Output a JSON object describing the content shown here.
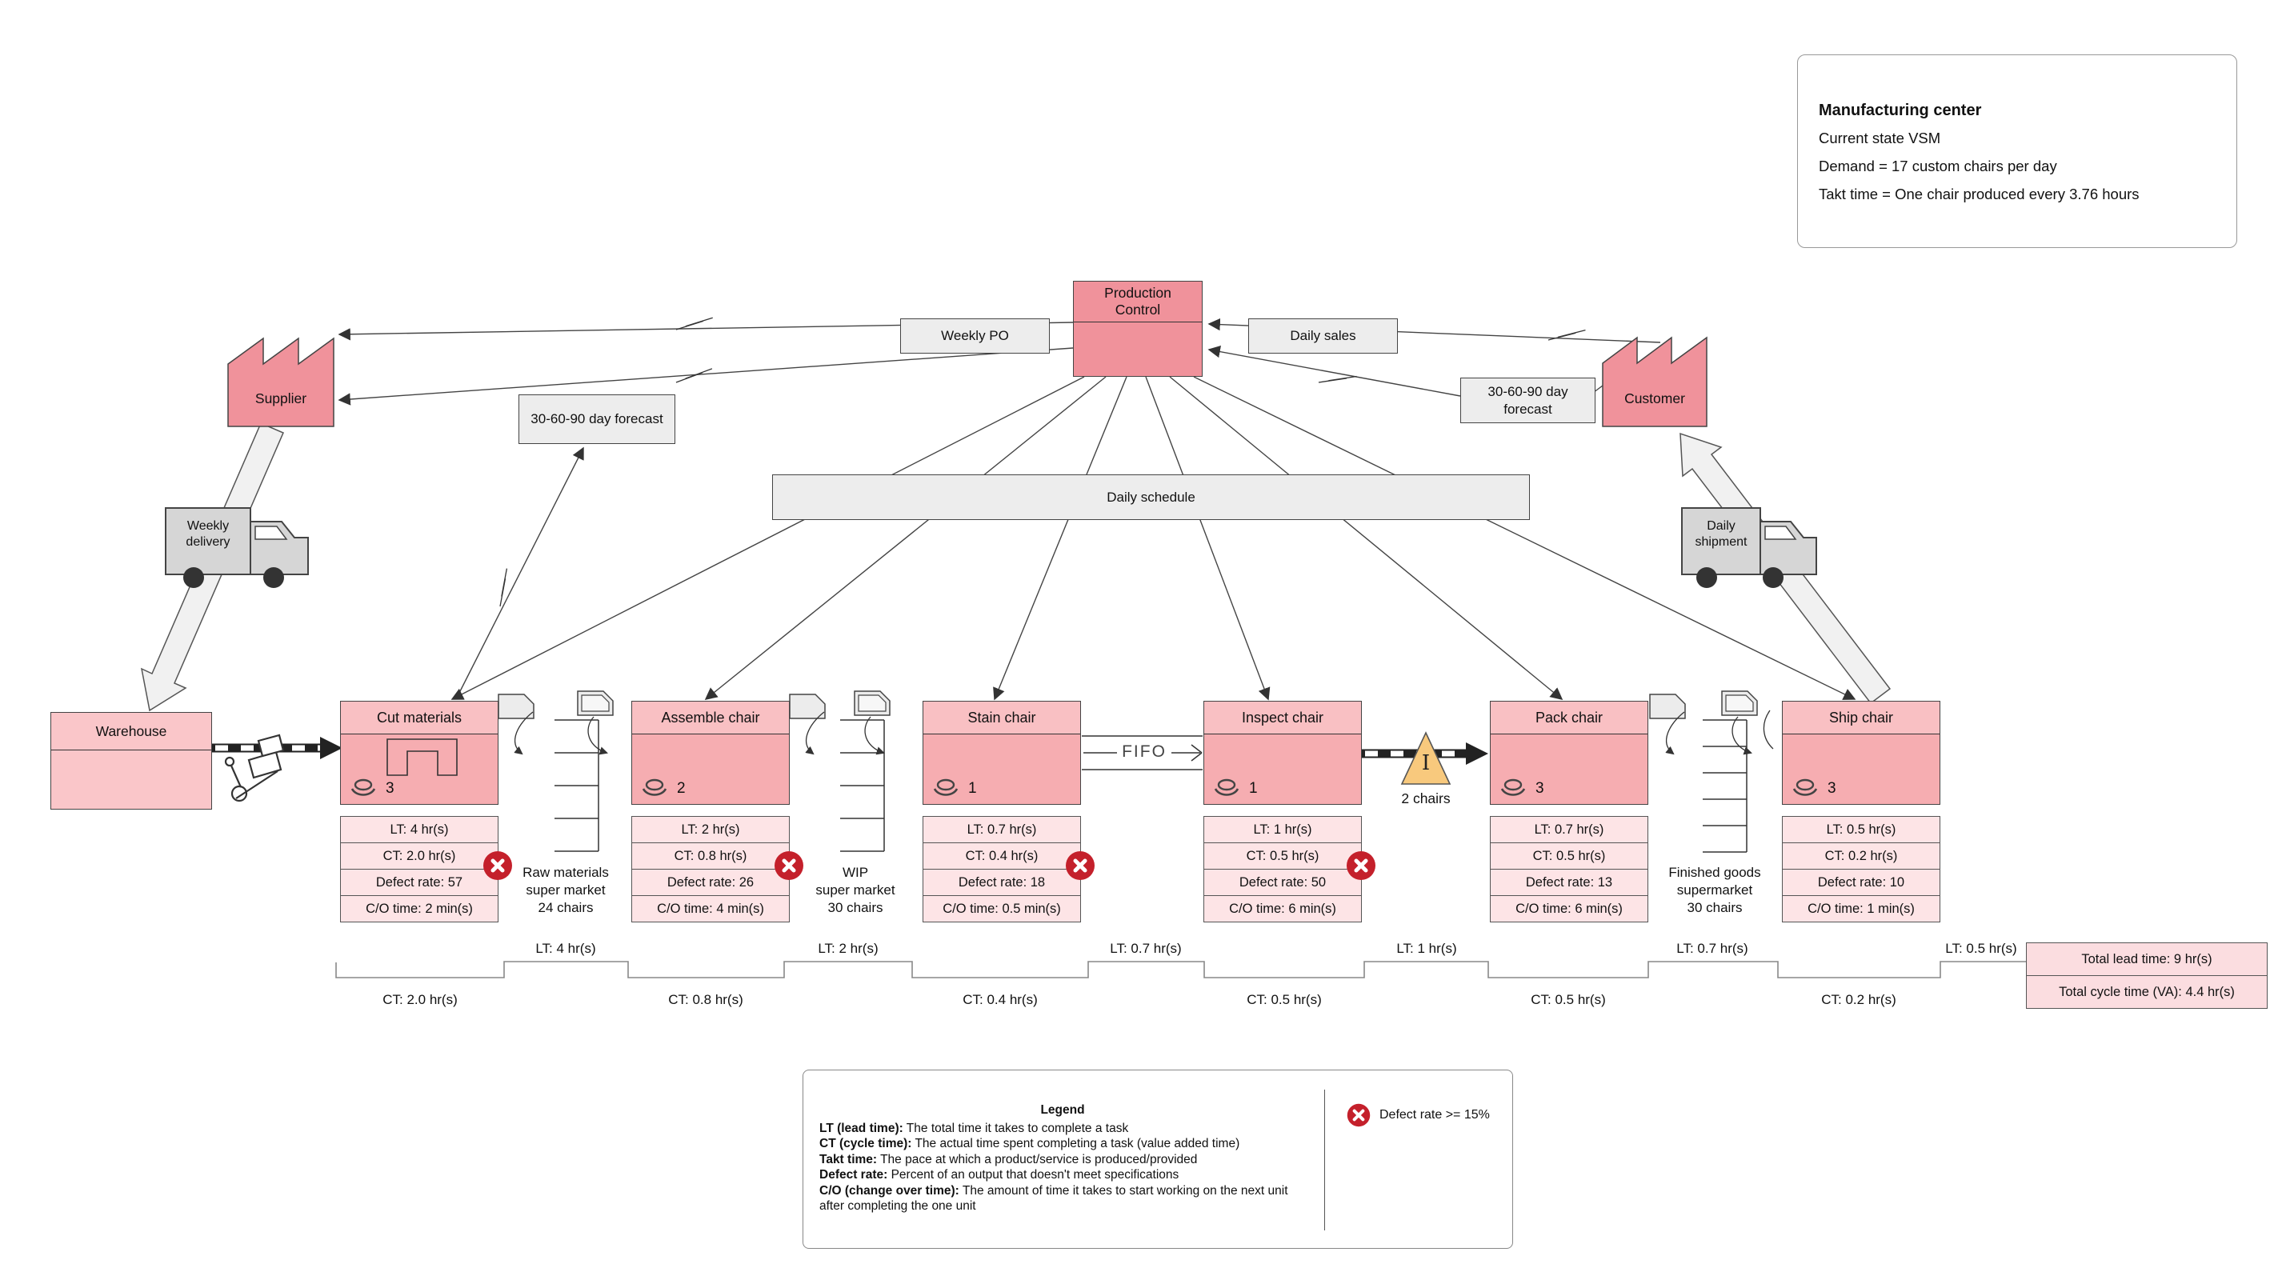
{
  "info_panel": {
    "title": "Manufacturing center",
    "line1": "Current state VSM",
    "line2": "Demand = 17 custom chairs per day",
    "line3": "Takt time = One chair produced every 3.76 hours"
  },
  "production_control": {
    "label": "Production Control"
  },
  "entities": {
    "supplier": "Supplier",
    "customer": "Customer",
    "warehouse": "Warehouse"
  },
  "flows": {
    "weekly_po": "Weekly PO",
    "daily_sales": "Daily sales",
    "forecast_left": "30-60-90 day forecast",
    "forecast_right": "30-60-90 day forecast",
    "daily_schedule": "Daily schedule",
    "fifo": "FIFO"
  },
  "trucks": {
    "left_line1": "Weekly",
    "left_line2": "delivery",
    "right_line1": "Daily",
    "right_line2": "shipment"
  },
  "processes": [
    {
      "name": "Cut materials",
      "operators": "3",
      "flagged": true,
      "rows": [
        "LT: 4 hr(s)",
        "CT: 2.0 hr(s)",
        "Defect rate: 57",
        "C/O time: 2 min(s)"
      ]
    },
    {
      "name": "Assemble chair",
      "operators": "2",
      "flagged": true,
      "rows": [
        "LT: 2 hr(s)",
        "CT: 0.8 hr(s)",
        "Defect rate: 26",
        "C/O time: 4 min(s)"
      ]
    },
    {
      "name": "Stain chair",
      "operators": "1",
      "flagged": true,
      "rows": [
        "LT: 0.7 hr(s)",
        "CT: 0.4 hr(s)",
        "Defect rate: 18",
        "C/O time: 0.5 min(s)"
      ]
    },
    {
      "name": "Inspect chair",
      "operators": "1",
      "flagged": true,
      "rows": [
        "LT: 1 hr(s)",
        "CT: 0.5 hr(s)",
        "Defect rate: 50",
        "C/O time: 6 min(s)"
      ]
    },
    {
      "name": "Pack chair",
      "operators": "3",
      "flagged": false,
      "rows": [
        "LT: 0.7 hr(s)",
        "CT: 0.5 hr(s)",
        "Defect rate: 13",
        "C/O time: 6 min(s)"
      ]
    },
    {
      "name": "Ship chair",
      "operators": "3",
      "flagged": false,
      "rows": [
        "LT: 0.5 hr(s)",
        "CT: 0.2 hr(s)",
        "Defect rate: 10",
        "C/O time: 1 min(s)"
      ]
    }
  ],
  "supermarkets": [
    {
      "l1": "Raw materials",
      "l2": "super market",
      "l3": "24 chairs"
    },
    {
      "l1": "WIP",
      "l2": "super market",
      "l3": "30 chairs"
    },
    {
      "l1": "Finished goods",
      "l2": "supermarket",
      "l3": "30 chairs"
    }
  ],
  "inventory": {
    "symbol": "I",
    "label": "2 chairs"
  },
  "timeline": {
    "lt": [
      "LT: 4 hr(s)",
      "LT: 2 hr(s)",
      "LT: 0.7 hr(s)",
      "LT: 1 hr(s)",
      "LT: 0.7 hr(s)",
      "LT: 0.5 hr(s)"
    ],
    "ct": [
      "CT: 2.0 hr(s)",
      "CT: 0.8 hr(s)",
      "CT: 0.4 hr(s)",
      "CT: 0.5 hr(s)",
      "CT: 0.5 hr(s)",
      "CT: 0.2 hr(s)"
    ],
    "total_lead": "Total lead time: 9 hr(s)",
    "total_cycle": "Total cycle time (VA): 4.4 hr(s)"
  },
  "legend": {
    "title": "Legend",
    "items": [
      {
        "term": "LT (lead time):",
        "desc": " The total time it takes to complete a task"
      },
      {
        "term": "CT (cycle time):",
        "desc": " The actual time spent completing a task (value added time)"
      },
      {
        "term": "Takt time:",
        "desc": " The pace at which a product/service is produced/provided"
      },
      {
        "term": "Defect rate:",
        "desc": " Percent of an output that doesn't meet specifications"
      },
      {
        "term": "C/O (change over time):",
        "desc": " The amount of time it takes to start working on the next unit after completing the one unit"
      }
    ],
    "badge_text": "Defect rate >= 15%"
  },
  "colors": {
    "node_pink": "#f0929b",
    "process_header_pink": "#f9c0c3",
    "process_body_pink": "#f6adb1",
    "table_pink": "#fde4e6",
    "gray_box": "#ededed",
    "badge_red": "#c4202b",
    "inventory_triangle": "#f8c97d"
  }
}
